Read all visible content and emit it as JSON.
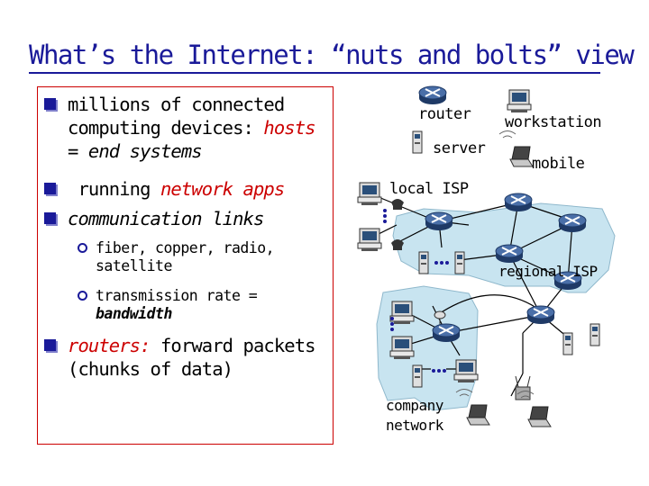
{
  "title": "What’s the Internet: “nuts and bolts” view",
  "bullets": {
    "b1_line1": "millions of connected",
    "b1_line2_pre": "computing devices: ",
    "b1_line2_em": "hosts",
    "b1_line3": "= end systems",
    "b2_pre": " running ",
    "b2_em": "network apps",
    "b3": "communication links",
    "s1_line1": "fiber, copper, radio,",
    "s1_line2": "satellite",
    "s2_line1": "transmission rate =",
    "s2_line2": "bandwidth",
    "b4_em": "routers:",
    "b4_rest": " forward packets",
    "b4_line2": "(chunks of data)"
  },
  "legend": {
    "router": "router",
    "workstation": "workstation",
    "server": "server",
    "mobile": "mobile"
  },
  "regions": {
    "local_isp": "local ISP",
    "regional_isp": "regional ISP",
    "company_line1": "company",
    "company_line2": "network"
  },
  "colors": {
    "title": "#1a1a99",
    "emphasis": "#cc0000",
    "region_fill": "#c8e4f0",
    "router_fill": "#1f3a66"
  }
}
